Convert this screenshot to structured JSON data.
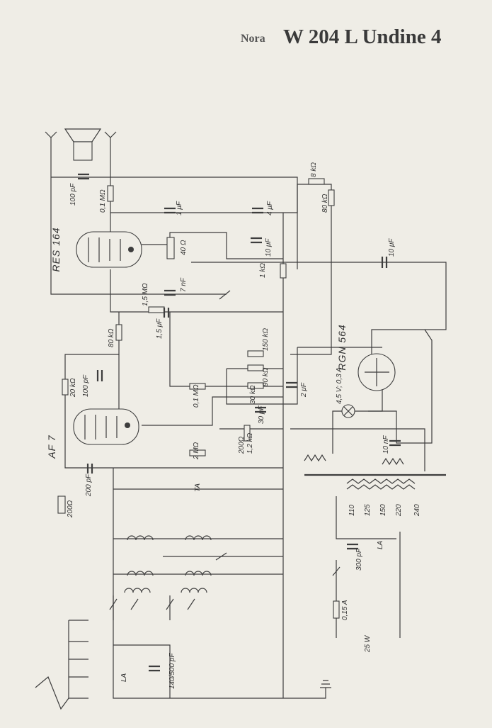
{
  "header": {
    "maker": "Nora",
    "model": "W 204 L Undine 4"
  },
  "tubes": {
    "output": "RES 164",
    "detector": "AF 7",
    "rectifier": "RGN 564"
  },
  "labels": {
    "c_100pf": "100 pF",
    "r_01m": "0,1 MΩ",
    "c_1uf": "1 μF",
    "c_4uf": "4 μF",
    "r_8k": "8 kΩ",
    "r_80k_top": "80 kΩ",
    "r_40": "40 Ω",
    "c_10uf_a": "10 μF",
    "c_7nf": "7 nF",
    "r_1k": "1 kΩ",
    "c_10uf_b": "10 μF",
    "r_15m": "1,5 MΩ",
    "c_15uf": "1,5 μF",
    "r_80k_mid": "80 kΩ",
    "r_150k": "150 kΩ",
    "r_90k": "90 kΩ",
    "r_30k": "30 kΩ",
    "c_2uf": "2 μF",
    "r_20k": "20 kΩ",
    "c_100pf_b": "100 pF",
    "r_01m_b": "0,1 MΩ",
    "pilot": "4,5 V; 0,3 A",
    "c_30uf": "30 μF",
    "r_2m": "2 MΩ",
    "r_200": "200Ω",
    "r_12k": "1,2 kΩ",
    "c_10nf": "10 nF",
    "c_200pf": "200 pF",
    "r_200_b": "200Ω",
    "ta": "TA",
    "taps": [
      "110",
      "125",
      "150",
      "220",
      "240"
    ],
    "c_300pf": "300 pF",
    "la1": "LA",
    "fuse": "0,15 A",
    "power": "25 W",
    "c_140": "140/500 pF",
    "la2": "LA"
  }
}
